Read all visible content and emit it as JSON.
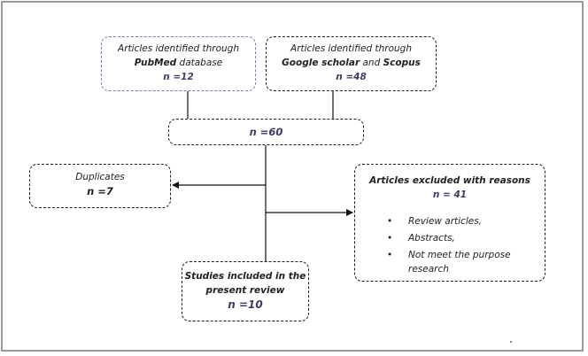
{
  "boxes": {
    "pubmed": {
      "line1": "Articles identified through",
      "source": "PubMed",
      "suffix": " database",
      "n": "n =12"
    },
    "google": {
      "line1": "Articles identified through",
      "source1": "Google scholar",
      "joiner": " and ",
      "source2": "Scopus",
      "n": "n =48"
    },
    "total": {
      "n": "n =60"
    },
    "duplicates": {
      "label": "Duplicates",
      "n": "n =7"
    },
    "excluded": {
      "title": "Articles excluded with reasons",
      "n": "n = 41",
      "reasons": [
        {
          "bullet": "•",
          "text": "Review articles,"
        },
        {
          "bullet": "•",
          "text": "Abstracts,"
        },
        {
          "bullet": "•",
          "text": "Not meet the purpose research"
        }
      ]
    },
    "included": {
      "line1": "Studies included in the",
      "line2": "present review",
      "n": "n =10"
    }
  },
  "colors": {
    "pubmed_border": "#7e7fa8",
    "count_text": "#3f3a66",
    "frame_border": "#9a9a9a"
  }
}
